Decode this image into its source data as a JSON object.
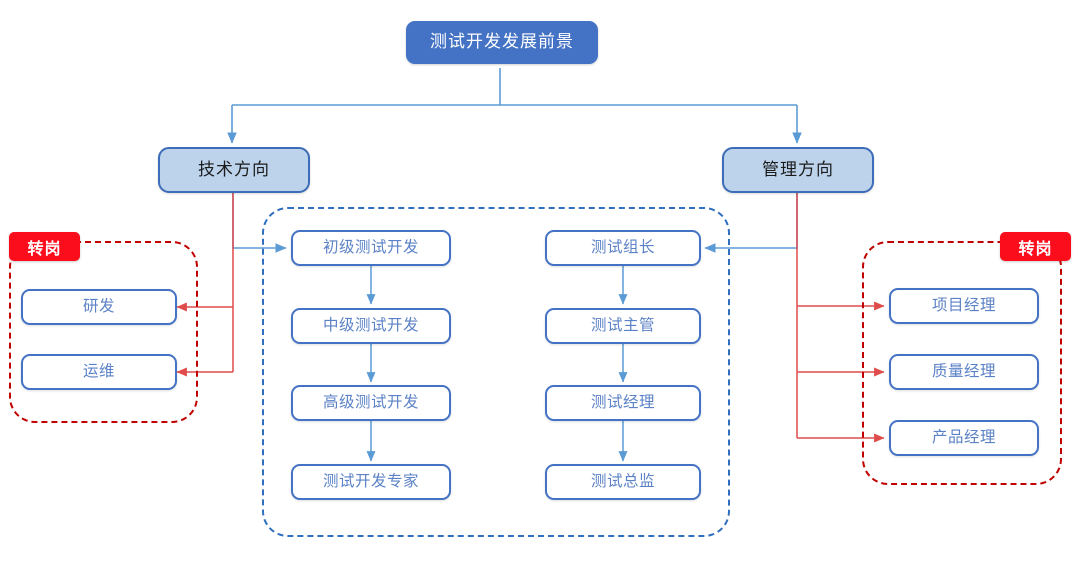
{
  "diagram": {
    "title_node": {
      "label": "测试开发发展前景"
    },
    "branches": [
      {
        "label": "技术方向"
      },
      {
        "label": "管理方向"
      }
    ],
    "technical_ladder": {
      "group_label": "technical-and-management-ladder-group",
      "items": [
        {
          "label": "初级测试开发"
        },
        {
          "label": "中级测试开发"
        },
        {
          "label": "高级测试开发"
        },
        {
          "label": "测试开发专家"
        }
      ]
    },
    "management_ladder": {
      "items": [
        {
          "label": "测试组长"
        },
        {
          "label": "测试主管"
        },
        {
          "label": "测试经理"
        },
        {
          "label": "测试总监"
        }
      ]
    },
    "left_transfer_group": {
      "badge": "转岗",
      "items": [
        {
          "label": "研发"
        },
        {
          "label": "运维"
        }
      ]
    },
    "right_transfer_group": {
      "badge": "转岗",
      "items": [
        {
          "label": "项目经理"
        },
        {
          "label": "质量经理"
        },
        {
          "label": "产品经理"
        }
      ]
    },
    "colors": {
      "root_fill": "#4472c4",
      "direction_fill": "#bdd3ec",
      "direction_border": "#3d6cb9",
      "leaf_border": "#4472c4",
      "leaf_text": "#5b82c6",
      "badge_fill": "#fc0d1c",
      "transfer_border": "#c00000",
      "ladder_group_border": "#2f6fc0",
      "connector_blue": "#5b9bd5",
      "connector_red": "#e04b4b"
    }
  }
}
